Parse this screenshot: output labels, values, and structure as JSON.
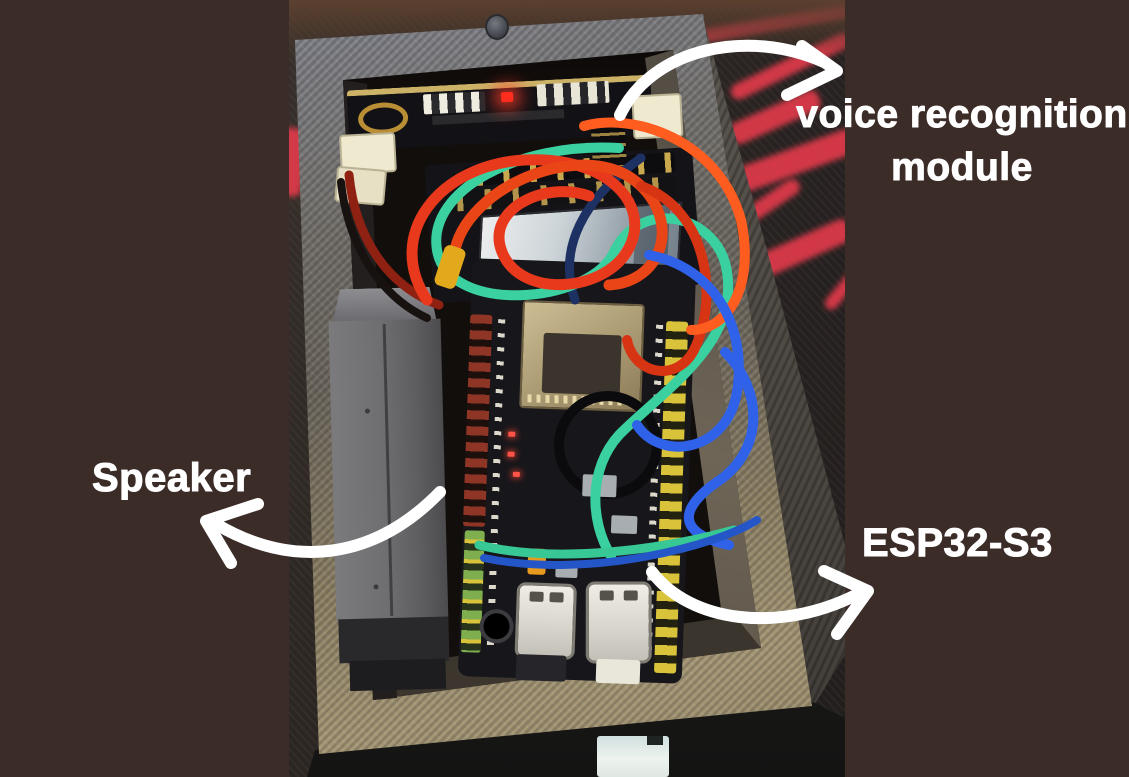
{
  "page": {
    "background_color": "#3b2c28"
  },
  "photo": {
    "description": "Open gray 3D-printed enclosure on a dark mat with red stripes, containing a voice recognition module board, an OLED display, an ESP32-S3 dev board with two USB-C ports, a speaker block, and a tangle of jumper wires",
    "colors": {
      "mat": "#2b2522",
      "stripe_red": "#e93b4c",
      "enclosure_gray": "#868892",
      "enclosure_tan": "#a59776",
      "wire_red": "#e8391c",
      "wire_orange": "#ff5c1f",
      "wire_teal": "#3ad0a0",
      "wire_blue": "#2f62e8",
      "led_red": "#ff2d1e",
      "pin_header_yellow": "#d8c33b"
    }
  },
  "annotations": {
    "text_color": "#ffffff",
    "arrow_color": "#ffffff",
    "voice_module_label_line1": "voice recognition",
    "voice_module_label_line2": "module",
    "speaker_label": "Speaker",
    "esp32_label": "ESP32-S3"
  }
}
